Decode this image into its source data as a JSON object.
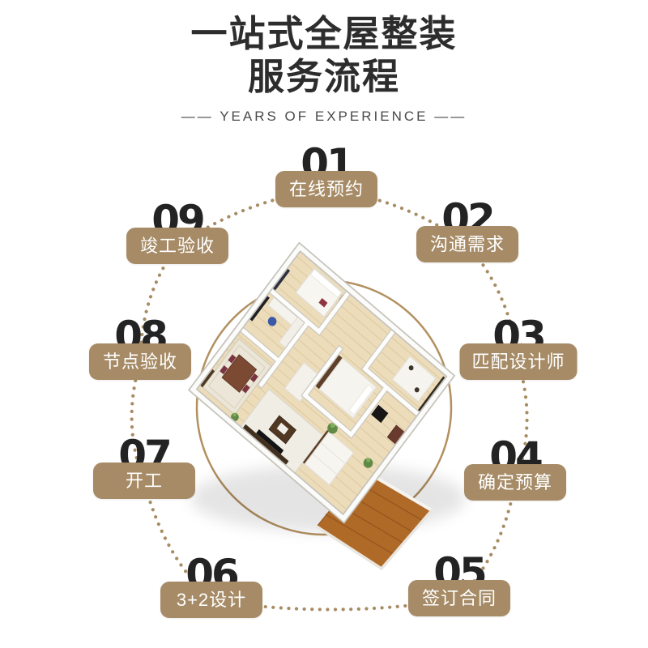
{
  "header": {
    "title_line1": "一站式全屋整装",
    "title_line2": "服务流程",
    "subtitle": "—— YEARS OF EXPERIENCE ——"
  },
  "colors": {
    "accent_tan": "#a68b66",
    "dot_ring": "#a78c63",
    "solid_circle": "#b29060",
    "number_dark": "#232323",
    "title_dark": "#2d2d2d",
    "wood_floor": "#ecdcba",
    "balcony_wood": "#b06a28"
  },
  "center_image": "3d-apartment-floorplan",
  "steps": [
    {
      "number": "01",
      "label": "在线预约"
    },
    {
      "number": "02",
      "label": "沟通需求"
    },
    {
      "number": "03",
      "label": "匹配设计师"
    },
    {
      "number": "04",
      "label": "确定预算"
    },
    {
      "number": "05",
      "label": "签订合同"
    },
    {
      "number": "06",
      "label": "3+2设计"
    },
    {
      "number": "07",
      "label": "开工"
    },
    {
      "number": "08",
      "label": "节点验收"
    },
    {
      "number": "09",
      "label": "竣工验收"
    }
  ]
}
